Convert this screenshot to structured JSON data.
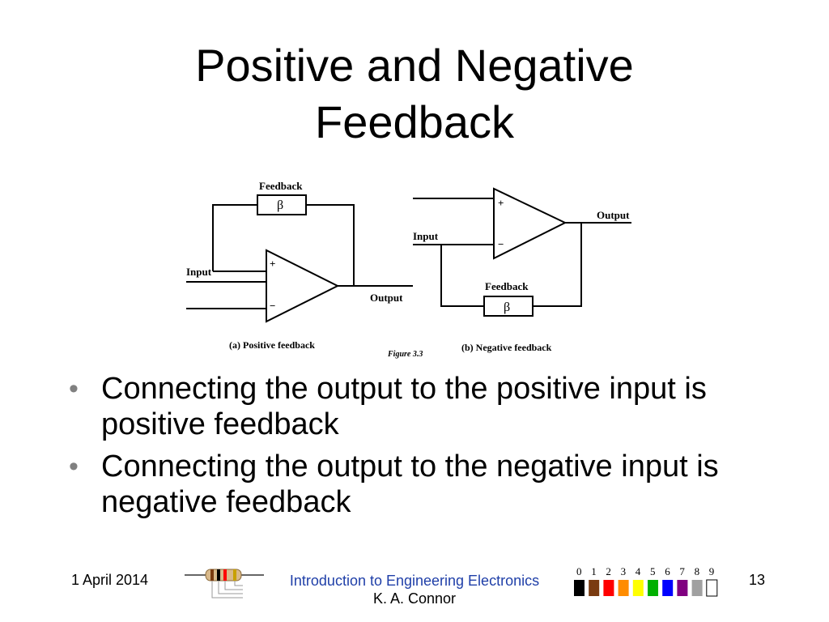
{
  "slide": {
    "title_line1": "Positive and Negative",
    "title_line2": "Feedback"
  },
  "figure": {
    "positive": {
      "feedback_label": "Feedback",
      "beta": "β",
      "input_label": "Input",
      "output_label": "Output",
      "plus": "+",
      "minus": "−",
      "caption": "(a) Positive feedback"
    },
    "negative": {
      "feedback_label": "Feedback",
      "beta": "β",
      "input_label": "Input",
      "output_label": "Output",
      "plus": "+",
      "minus": "−",
      "caption": "(b) Negative feedback"
    },
    "figure_label": "Figure 3.3"
  },
  "bullets": [
    "Connecting the output to the positive input is positive feedback",
    "Connecting the output to the negative input is negative feedback"
  ],
  "footer": {
    "date": "1 April 2014",
    "course": "Introduction to Engineering Electronics",
    "author": "K. A. Connor",
    "page": "13"
  },
  "color_code": {
    "digits": [
      "0",
      "1",
      "2",
      "3",
      "4",
      "5",
      "6",
      "7",
      "8",
      "9"
    ],
    "colors": [
      "#000000",
      "#7a3b10",
      "#ff0000",
      "#ff8c00",
      "#ffff00",
      "#00b000",
      "#0000ff",
      "#800080",
      "#a0a0a0",
      "#ffffff"
    ]
  }
}
